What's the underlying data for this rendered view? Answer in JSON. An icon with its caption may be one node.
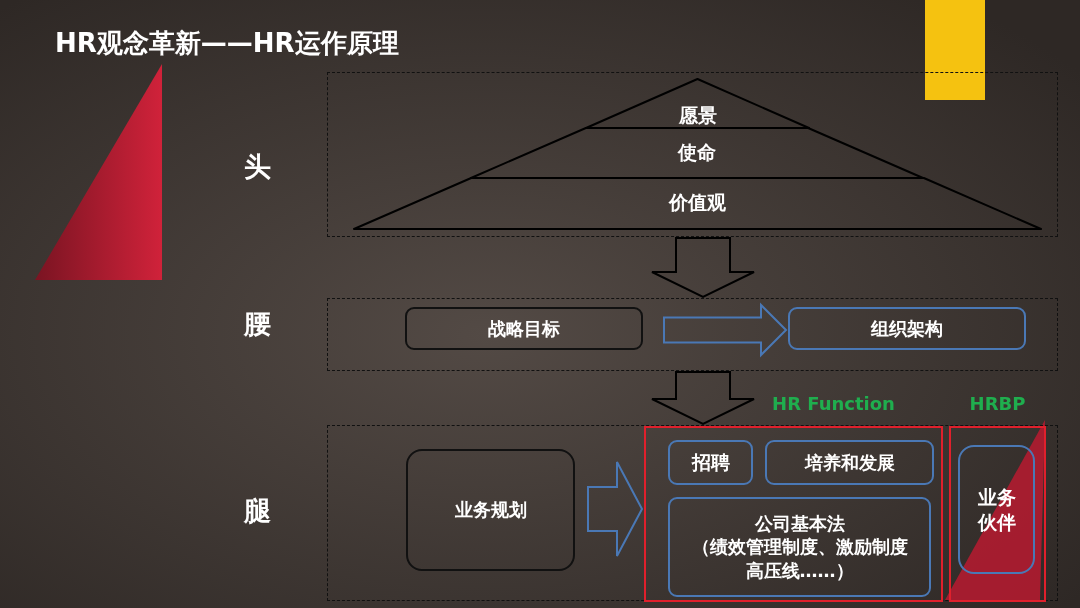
{
  "diagram": {
    "title": "HR观念革新——HR运作原理",
    "nodes": [
      {
        "text": [
          "头"
        ]
      },
      {
        "text": [
          "愿景"
        ],
        "in": 0
      },
      {
        "text": [
          "使命"
        ],
        "in": 0
      },
      {
        "text": [
          "价值观"
        ],
        "in": 0
      },
      {
        "text": [
          "腰"
        ]
      },
      {
        "text": [
          "战略目标"
        ],
        "in": 4
      },
      {
        "text": [
          "组织架构"
        ],
        "in": 4
      },
      {
        "text": [
          "腿"
        ]
      },
      {
        "text": [
          "业务规划"
        ],
        "in": 7
      },
      {
        "text": [
          "HR Function"
        ],
        "in": 7
      },
      {
        "text": [
          "招聘"
        ],
        "in": 9
      },
      {
        "text": [
          "培养和发展"
        ],
        "in": 9
      },
      {
        "text": [
          "公司基本法",
          "（绩效管理制度、激励制度高压线……）"
        ],
        "in": 9
      },
      {
        "text": [
          "HRBP"
        ],
        "in": 7
      },
      {
        "text": [
          "业务伙伴"
        ],
        "in": 13
      }
    ],
    "edges": [
      {
        "from": 0,
        "to": 4,
        "arrow": "to",
        "color": "#000000"
      },
      {
        "from": 5,
        "to": 6,
        "arrow": "to",
        "color": "#4a78b5"
      },
      {
        "from": 4,
        "to": 7,
        "arrow": "to",
        "color": "#000000"
      },
      {
        "from": 8,
        "to": 9,
        "arrow": "to",
        "color": "#4a78b5"
      }
    ]
  }
}
